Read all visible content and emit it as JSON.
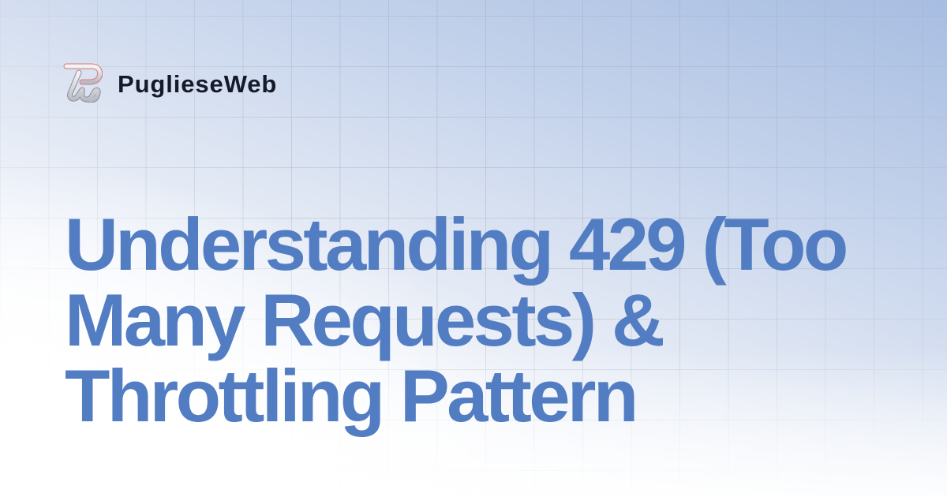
{
  "brand": {
    "name": "PuglieseWeb",
    "logo_icon": "pw-monogram-logo"
  },
  "title": {
    "lines": [
      "Understanding 429 (Too",
      "Many Requests) &",
      "Throttling Pattern"
    ]
  },
  "colors": {
    "title": "#527dc3",
    "brand_text": "#141a28",
    "background_light": "#ffffff",
    "background_accent": "#a7bde1",
    "logo_outline": "#e07a7a"
  }
}
